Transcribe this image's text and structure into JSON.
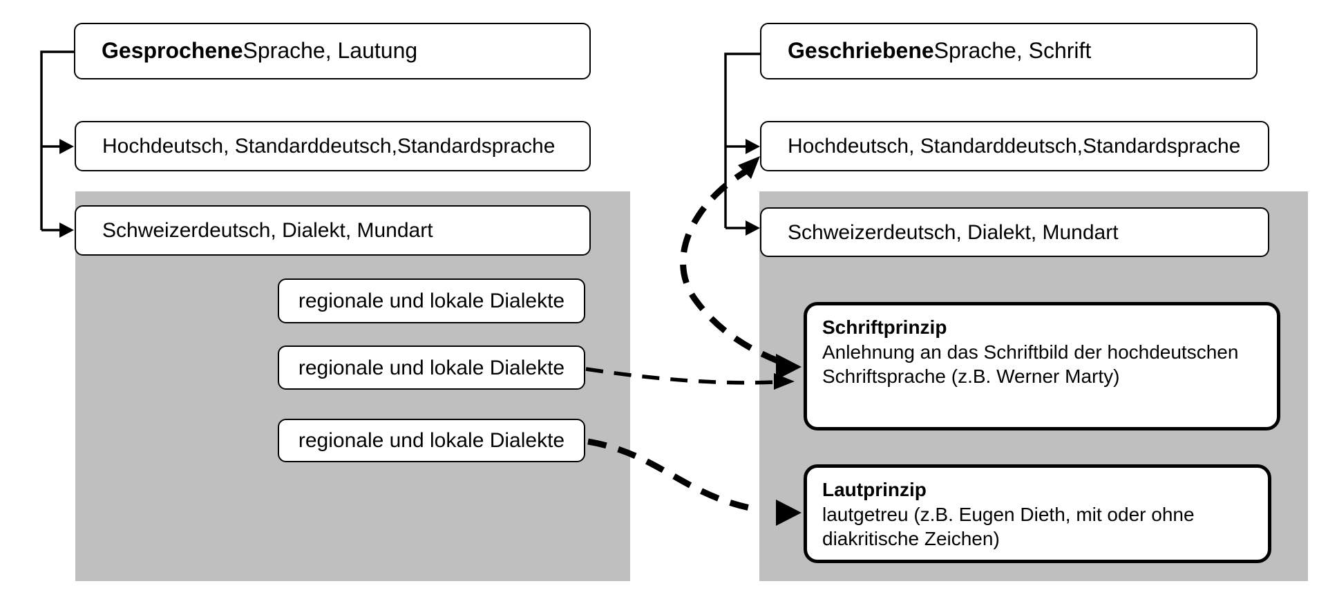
{
  "diagram": {
    "left": {
      "header": {
        "bold": "Gesprochene",
        "rest": " Sprache, Lautung"
      },
      "standard": "Hochdeutsch, Standarddeutsch,Standardsprache",
      "dialect": "Schweizerdeutsch, Dialekt, Mundart",
      "regional": [
        "regionale und lokale Dialekte",
        "regionale und lokale Dialekte",
        "regionale und lokale Dialekte"
      ]
    },
    "right": {
      "header": {
        "bold": "Geschriebene",
        "rest": " Sprache, Schrift"
      },
      "standard": "Hochdeutsch, Standarddeutsch,Standardsprache",
      "dialect": "Schweizerdeutsch, Dialekt, Mundart",
      "schriftprinzip": {
        "title": "Schriftprinzip",
        "body": "Anlehnung an das Schriftbild der hochdeutschen Schriftsprache (z.B. Werner Marty)"
      },
      "lautprinzip": {
        "title": "Lautprinzip",
        "body": "lautgetreu (z.B. Eugen Dieth, mit oder ohne diakritische Zeichen)"
      }
    },
    "colors": {
      "panel_gray": "#bfbfbf",
      "ink": "#000000",
      "box_background": "#ffffff"
    }
  }
}
